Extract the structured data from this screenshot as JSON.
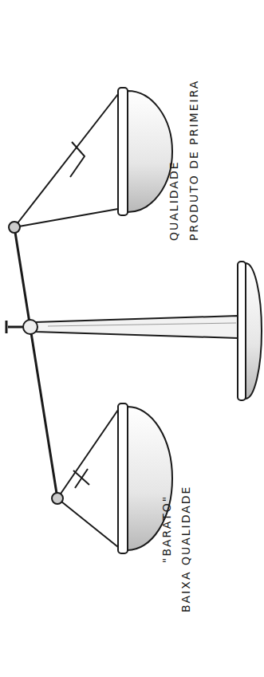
{
  "diagram": {
    "labels": [
      "\"BARATO\"",
      "BAIXA QUALIDADE",
      "QUALIDADE",
      "PRODUTO DE PRIMEIRA"
    ]
  }
}
